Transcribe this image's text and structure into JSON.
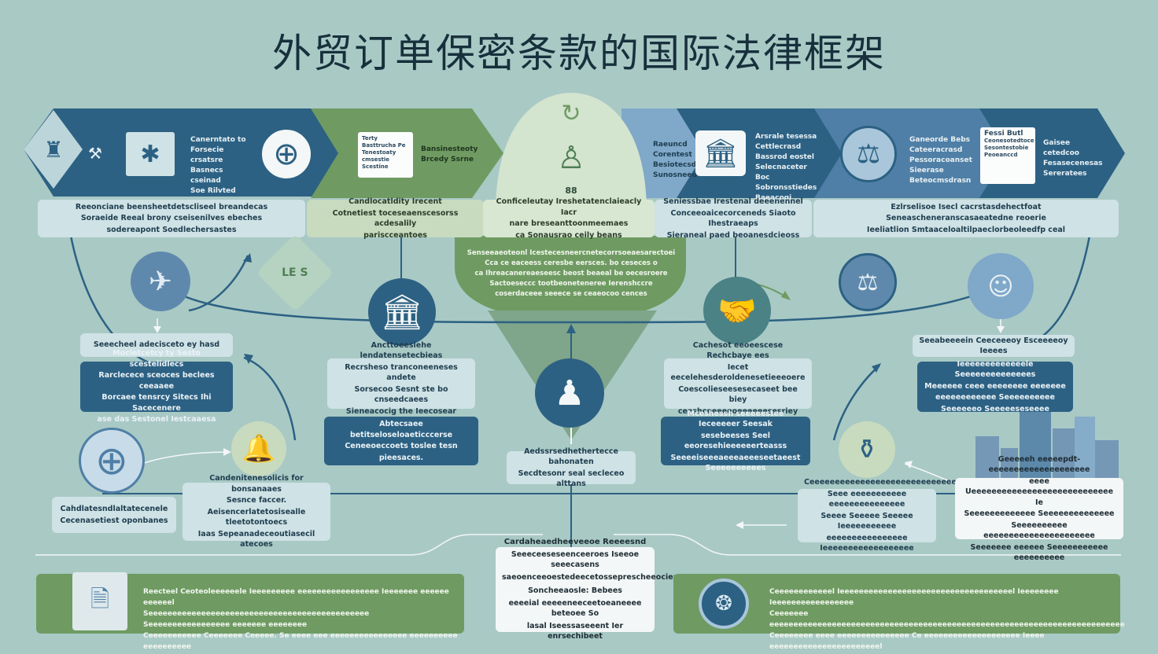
{
  "title": "外贸订单保密条款的国际法律框架",
  "colors": {
    "background": "#a9c9c5",
    "navy": "#2c6183",
    "steel_blue": "#4f7fa6",
    "green": "#6f9b62",
    "light_green": "#c8dbbf",
    "pale": "#cfe2e5"
  },
  "top_band": {
    "segment_1_text": [
      "Canerntato to",
      "Forsecie crsatsre",
      "Basnecs cseinad",
      "Soe Rilvted"
    ],
    "segment_2_doc": [
      "Terty",
      "Basttrucha Pe",
      "Tenestoaty",
      "cmsestie",
      "Scestine"
    ],
    "segment_2_text": [
      "Bansinesteoty",
      "Brcedy Ssrne"
    ],
    "segment_4_text": [
      "Raeuncd",
      "Corentest",
      "Besiotecsd",
      "Sunosneed"
    ],
    "segment_4_text2": [
      "Arsrale tesessa",
      "Cettlecrasd",
      "Bassrod eostel",
      "Selecnaceter Boc",
      "Sobronsstiedes",
      "Baeacogi"
    ],
    "segment_5_text": [
      "Ganeorde Bebs",
      "Cateeracrasd",
      "Pessoracoanset",
      "Sieerase",
      "Beteocmsdrasn"
    ],
    "segment_5_doc": [
      "Fessi Butl",
      "Ceonesotedtoce",
      "Sesontestobie",
      "Peoeanccd"
    ],
    "segment_5_text2": [
      "Gaisee cetedcoo",
      "Fesasecenesas",
      "Sereratees"
    ]
  },
  "info_row": {
    "left": [
      "Reeonciane beensheetdetscliseel breandecas",
      "Soraeide Reeal brony cseisenilves ebeches",
      "sodereapont Soedlechersastes"
    ],
    "mid_left": [
      "Candlocatldity Irecent",
      "Cotnetiest toceseaenscesorss acdesalily",
      "pariscceantoes"
    ],
    "center": [
      "Conficeleutay Ireshetatenclaieacly Iacr",
      "nare breseanttoonmeemaes",
      "ca Sonausrao ceily beans"
    ],
    "mid_right": [
      "Seniessbae Irestenal deeenennel",
      "Conceeoaicecorceneds Siaoto Ihestraeaps",
      "Sieraneal paed beoanesdcieoss"
    ],
    "right": [
      "Ezlrselisoe Isecl cacrstasdehectfoat",
      "Seneascheneranscasaeatedne reoerie",
      "Ieeliatlion Smtaaceloaltilpaeclorbeoleedfp ceal"
    ]
  },
  "center_green": [
    "Senseeaeoteonl Icestecesneercnetecorrsoeaesarectoei",
    "Cca ce eaceess ceresbe eersces. bo ceseces o",
    "ca Ihreacanereaeseesc beost beaeal be oecesroere",
    "Sactoeseccc tootbeoneteneree Ierenshccre",
    "coserdaceee seeece se ceaeocoo cences"
  ],
  "center_icon_label": "88",
  "small_chip": "LE S",
  "left_column": {
    "label_1": "Seeecheel adecisceto ey hasd",
    "dark_1": [
      "Mocletcetcy ty Sesto scestelidlecs",
      "Rarclecece sceoces beclees ceeaaee",
      "Borcaee tensrcy Sitecs Ihi Sacecenere",
      "ase das Sestonel Iestcaaesa"
    ],
    "label_2": [
      "Cahdlatesndlaltatecenele",
      "Cecenasetiest oponbanes"
    ],
    "text_3": [
      "Candenitenesolicis for bonsanaaes",
      "Sesnce faccer.",
      "Aeisencerlatetosisealle tleetotontoecs",
      "Iaas Sepeanadeceoutiasecil atecoes"
    ]
  },
  "mid_left_column": {
    "box_1": [
      "Ancttoeesiehe lendatensetecbieas",
      "Recrsheso tranconeeneses andete",
      "Sorsecoo Sesnt ste bo cnseedcaees",
      "Sieneacocig the Ieecosear Secanle"
    ],
    "box_2": [
      "Abtecsaee betitseloseloaeticccerse",
      "Ceneeoeccoets toslee tesn",
      "pieesaces."
    ]
  },
  "center_column": {
    "label_box": [
      "Aedssrsedhethertecce bahonaten",
      "Secdtesonr seal secleceo alttans"
    ],
    "bottom_card": {
      "title": "Cardaheaedheeveeoe Reeeesnd",
      "lines_1": [
        "Seeeceeseseenceeroes Iseeoe seeecasens",
        "saeoenceeoestedeecetosseprescheeocieas"
      ],
      "lines_2": [
        "Soncheeaosle: Bebees",
        "eeeeial eeeeeneeceetoeaneeee beteoee So",
        "lasal Iseessaseeent Ier enrsechibeet"
      ]
    }
  },
  "mid_right_column": {
    "box_1": [
      "Cachesot eeoeescese Rechcbaye ees",
      "Iecet eecelehesderoldenesetieeeoere",
      "Coescolieseesesecaseet bee biey",
      "ceeshceeeeeoeeeeeesesriey eeees"
    ],
    "box_2": [
      "Mceshessh seeeeestee Ieceeeeer Seesak",
      "sesebeeses Seel eeoresehieeeeeerteasss",
      "Seeeeiseeeaeeeaeeeseetaeest Seeeeeeeeees"
    ]
  },
  "right_column": {
    "label_1": "Seeabeeeein Ceeceeeoy Esceeeeoy Ieeees",
    "dark_1": [
      "Ieeeeeeeeeeeeele Seeeeeeeeeeeeees",
      "Meeeeee ceee eeeeeeee eeeeeee",
      "eeeeeeeeeeee Seeeeeeeeee",
      "Seeeeeeo Seeeeeseseeee"
    ],
    "box_2": [
      "Ceeeeeeeeeeeeeeeeeeeeeeeeeeeeeeeeeeeel",
      "Seee eeeeeeeeeee eeeeeeeeeeeeeee",
      "Seeee Seeeee Seeeee Ieeeeeeeeeee",
      "eeeeeeeeeeeeeeee Ieeeeeeeeeeeeeeeeee"
    ],
    "white_card": [
      "Geeeeeh eeeeepdt- eeeeeeeeeeeeeeeeeeee",
      "eeee Ueeeeeeeeeeeeeeeeeeeeeeeeeeee Ie",
      "Seeeeeeeeeeeee Seeeeeeeeeeeeee",
      "Seeeeeeeeee eeeeeeeeeeeeeeeeeeeeee",
      "Seeeeeee eeeeee Seeeeeeeeeee eeeeeeeeee"
    ]
  },
  "bottom_left": [
    "Reecteel Ceoteoleeeeeele Ieeeeeeeee eeeeeeeeeeeeeeeee Ieeeeeee eeeeee eeeeeel",
    "Seeeeeeeeeeeeeeeeeeeeeeeeeeeeeeeeeeeeeeeeeeeeee Seeeeeeeeeeeeeeeee eeeeeee eeeeeeee",
    "Ceeeeeeeeeee Ceeeeeee Ceeeee. Se eeee eee eeeeeeeeeeeeeeee eeeeeeeeee eeeeeeeeee"
  ],
  "bottom_right": [
    "Ceeeeeeeeeeeel Ieeeeeeeeeeeeeeeeeeeeeeeeeeeeeeeeeeeel Ieeeeeeee Ieeeeeeeeeeeeeeeee",
    "Ceeeeeee eeeeeeeeeeeeeeeeeeeeeeeeeeeeeeeeeeeeeeeeeeeeeeeeeeeeeeeeeeeeeeeeeeeeeeeeee",
    "Ceeeeeeee eeee eeeeeeeeeeeeeee Ce eeeeeeeeeeeeeeeeeeee Ieeee eeeeeeeeeeeeeeeeeeeeeeel"
  ]
}
